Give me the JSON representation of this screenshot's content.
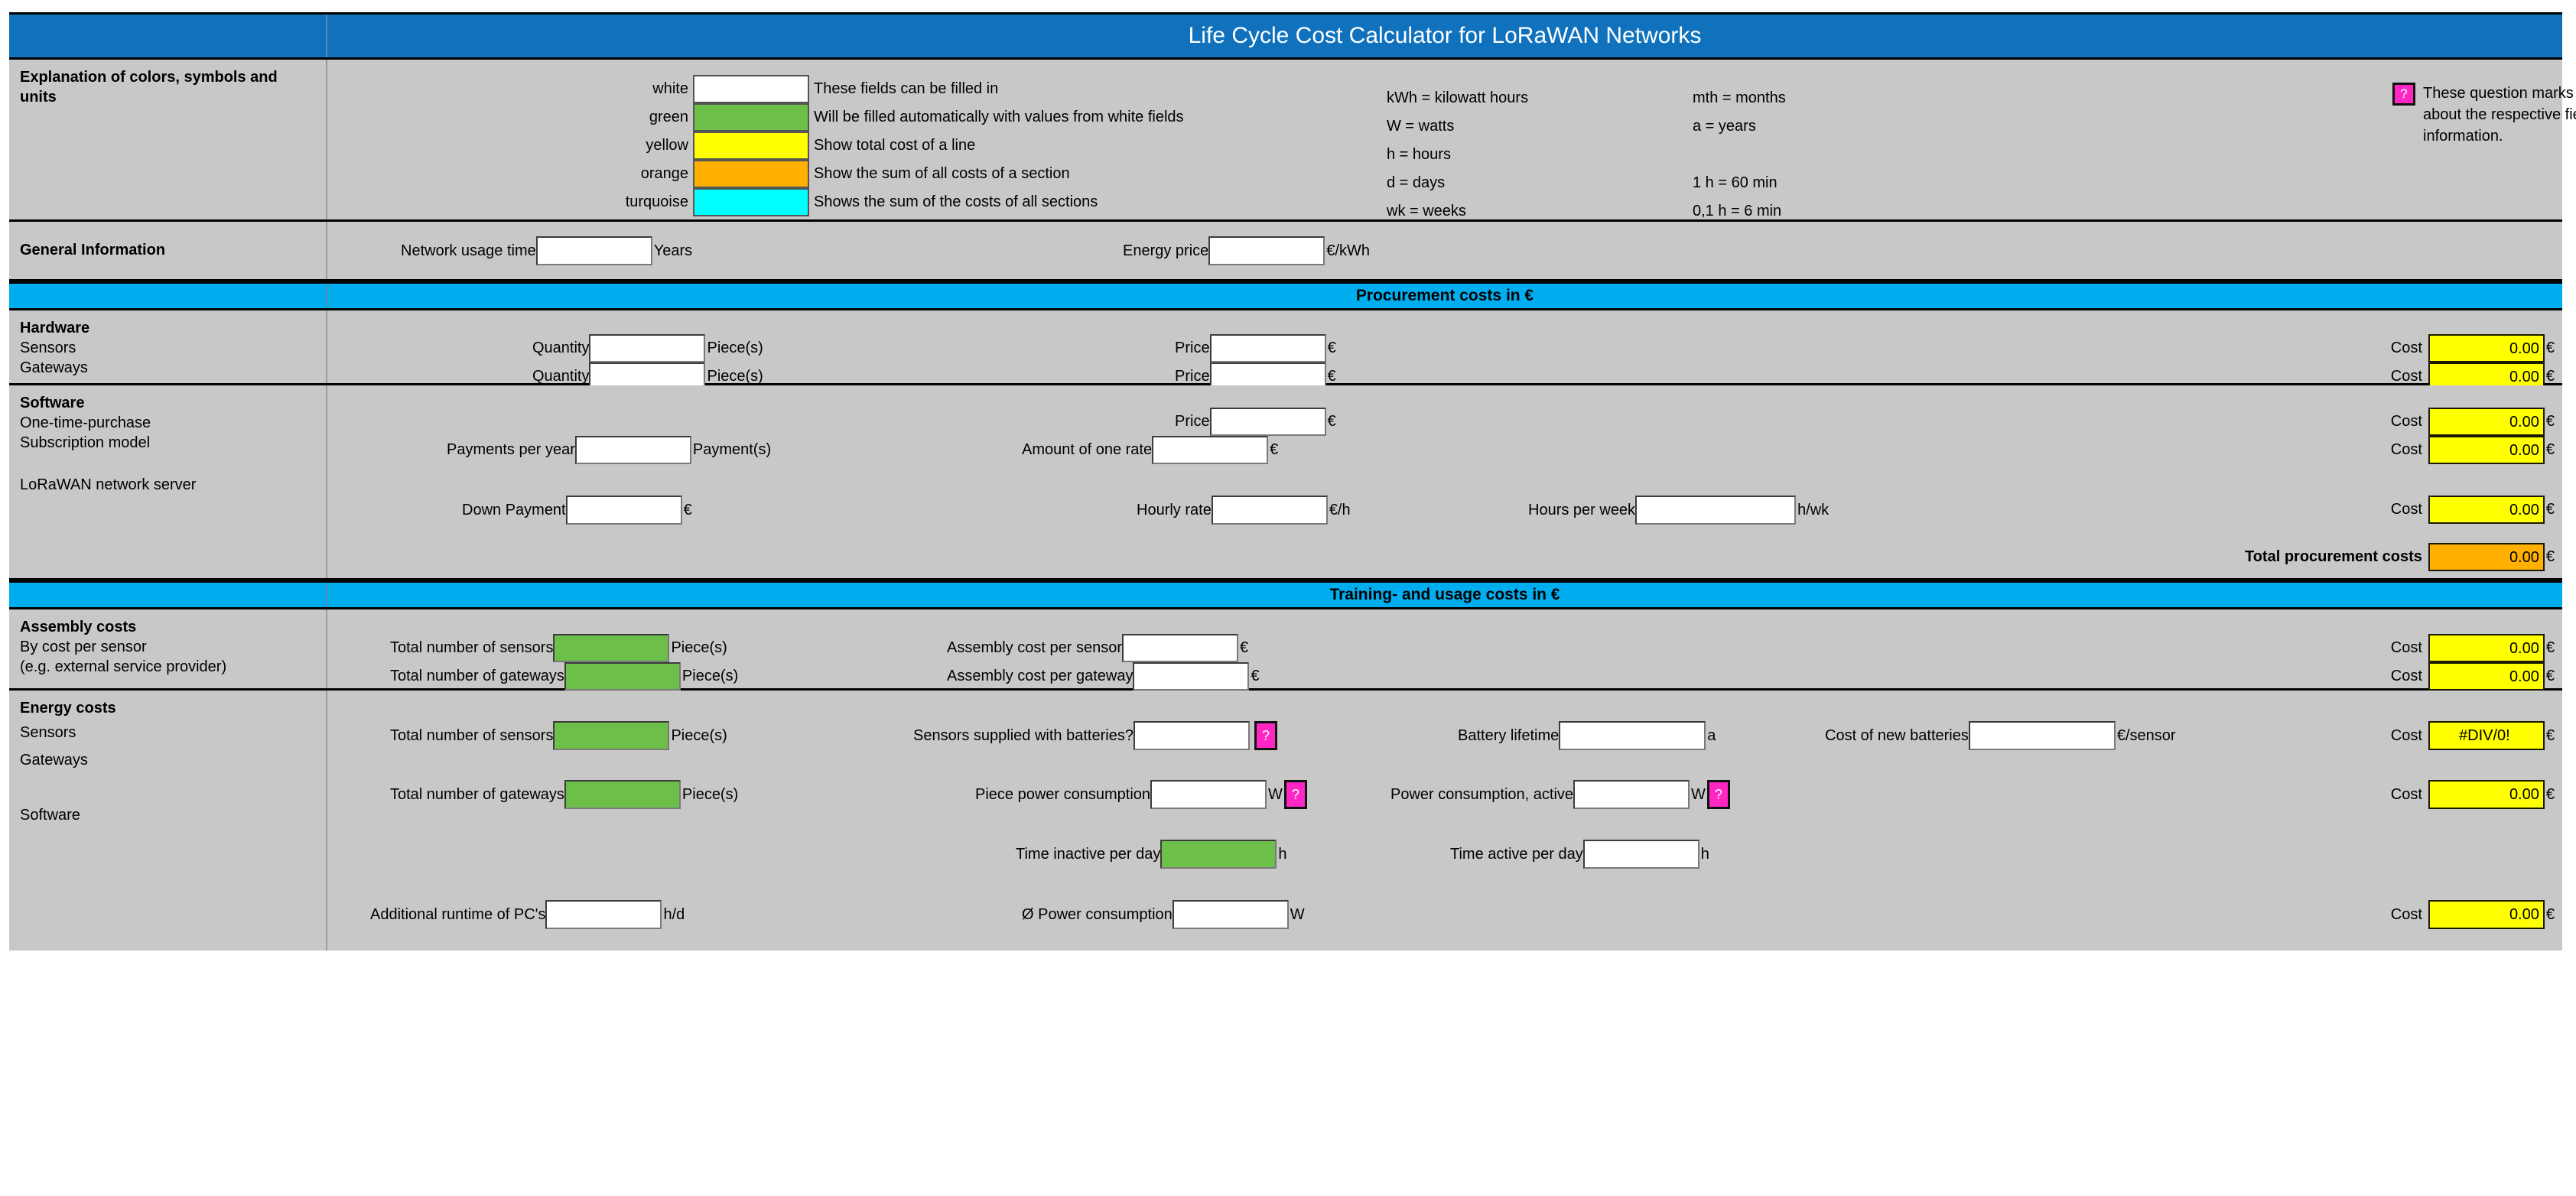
{
  "title": "Life Cycle Cost Calculator for LoRaWAN Networks",
  "colors": {
    "title_bar": "#1072bd",
    "section_band": "#00aeef",
    "white": "#ffffff",
    "green": "#6cc04a",
    "yellow": "#ffff00",
    "orange": "#ffb000",
    "turquoise": "#00ffff",
    "magenta": "#ff26c4",
    "sheet": "#c8c8c8"
  },
  "explanation": {
    "row_label": "Explanation of colors, symbols and units",
    "legend": [
      {
        "name": "white",
        "color": "#ffffff",
        "desc": "These fields can be filled in"
      },
      {
        "name": "green",
        "color": "#6cc04a",
        "desc": "Will be filled automatically with values from white fields"
      },
      {
        "name": "yellow",
        "color": "#ffff00",
        "desc": "Show total cost of a line"
      },
      {
        "name": "orange",
        "color": "#ffb000",
        "desc": "Show the sum of all costs of a section"
      },
      {
        "name": "turquoise",
        "color": "#00ffff",
        "desc": "Shows the sum of the costs of all sections"
      }
    ],
    "units_col1": [
      "kWh = kilowatt hours",
      "W = watts",
      "h = hours",
      "d = days",
      "wk = weeks"
    ],
    "units_col2": [
      "mth = months",
      "a = years",
      "",
      "1 h = 60 min",
      "0,1 h = 6 min"
    ],
    "qmark_glyph": "?",
    "qmark_note": "These question marks can be clicked to get more information about the respective fields. Clicking again removes the displayed information."
  },
  "general": {
    "row_label": "General Information",
    "network_usage_time": {
      "label": "Network usage time",
      "value": "",
      "unit": "Years"
    },
    "energy_price": {
      "label": "Energy price",
      "value": "",
      "unit": "€/kWh"
    }
  },
  "procurement": {
    "band": "Procurement costs in €",
    "hardware": {
      "title": "Hardware",
      "rows": [
        {
          "name": "Sensors",
          "qty_label": "Quantity",
          "qty_value": "",
          "qty_unit": "Piece(s)",
          "price_label": "Price",
          "price_value": "",
          "price_unit": "€",
          "cost_label": "Cost",
          "cost_value": "0.00",
          "cost_unit": "€"
        },
        {
          "name": "Gateways",
          "qty_label": "Quantity",
          "qty_value": "",
          "qty_unit": "Piece(s)",
          "price_label": "Price",
          "price_value": "",
          "price_unit": "€",
          "cost_label": "Cost",
          "cost_value": "0.00",
          "cost_unit": "€"
        }
      ]
    },
    "software": {
      "title": "Software",
      "one_time": {
        "name": "One-time-purchase",
        "price_label": "Price",
        "price_value": "",
        "price_unit": "€",
        "cost_label": "Cost",
        "cost_value": "0.00",
        "cost_unit": "€"
      },
      "subscription": {
        "name": "Subscription model",
        "payments_label": "Payments per year",
        "payments_value": "",
        "payments_unit": "Payment(s)",
        "rate_label": "Amount of one rate",
        "rate_value": "",
        "rate_unit": "€",
        "cost_label": "Cost",
        "cost_value": "0.00",
        "cost_unit": "€"
      },
      "server": {
        "name": "LoRaWAN network server",
        "down_label": "Down Payment",
        "down_value": "",
        "down_unit": "€",
        "hourly_label": "Hourly rate",
        "hourly_value": "",
        "hourly_unit": "€/h",
        "hours_label": "Hours per week",
        "hours_value": "",
        "hours_unit": "h/wk",
        "cost_label": "Cost",
        "cost_value": "0.00",
        "cost_unit": "€"
      },
      "total": {
        "label": "Total procurement costs",
        "value": "0.00",
        "unit": "€"
      }
    }
  },
  "training": {
    "band": "Training- and usage costs in €",
    "assembly": {
      "title": "Assembly costs",
      "line2": "By cost per sensor",
      "line3": "(e.g. external service provider)",
      "sensors": {
        "total_label": "Total number of sensors",
        "total_value": "",
        "total_unit": "Piece(s)",
        "cost_per_label": "Assembly cost per sensor",
        "cost_per_value": "",
        "cost_per_unit": "€",
        "cost_label": "Cost",
        "cost_value": "0.00",
        "cost_unit": "€"
      },
      "gateways": {
        "total_label": "Total number of gateways",
        "total_value": "",
        "total_unit": "Piece(s)",
        "cost_per_label": "Assembly cost per gateway",
        "cost_per_value": "",
        "cost_per_unit": "€",
        "cost_label": "Cost",
        "cost_value": "0.00",
        "cost_unit": "€"
      }
    },
    "energy": {
      "title": "Energy costs",
      "sensors": {
        "name": "Sensors",
        "total_label": "Total number of sensors",
        "total_value": "",
        "total_unit": "Piece(s)",
        "batteries_label": "Sensors supplied with batteries?",
        "batteries_value": "",
        "battery_life_label": "Battery lifetime",
        "battery_life_value": "",
        "battery_life_unit": "a",
        "new_batt_label": "Cost of new batteries",
        "new_batt_value": "",
        "new_batt_unit": "€/sensor",
        "cost_label": "Cost",
        "cost_value": "#DIV/0!",
        "cost_unit": "€"
      },
      "gateways": {
        "name": "Gateways",
        "total_label": "Total number of gateways",
        "total_value": "",
        "total_unit": "Piece(s)",
        "piece_power_label": "Piece power consumption",
        "piece_power_value": "",
        "piece_power_unit": "W",
        "active_power_label": "Power consumption, active",
        "active_power_value": "",
        "active_power_unit": "W",
        "inactive_time_label": "Time inactive per day",
        "inactive_time_value": "",
        "inactive_time_unit": "h",
        "active_time_label": "Time active per day",
        "active_time_value": "",
        "active_time_unit": "h",
        "cost_label": "Cost",
        "cost_value": "0.00",
        "cost_unit": "€"
      },
      "software": {
        "name": "Software",
        "runtime_label": "Additional runtime of PC's",
        "runtime_value": "",
        "runtime_unit": "h/d",
        "avg_power_label": "Ø Power consumption",
        "avg_power_value": "",
        "avg_power_unit": "W",
        "cost_label": "Cost",
        "cost_value": "0.00",
        "cost_unit": "€"
      }
    }
  }
}
